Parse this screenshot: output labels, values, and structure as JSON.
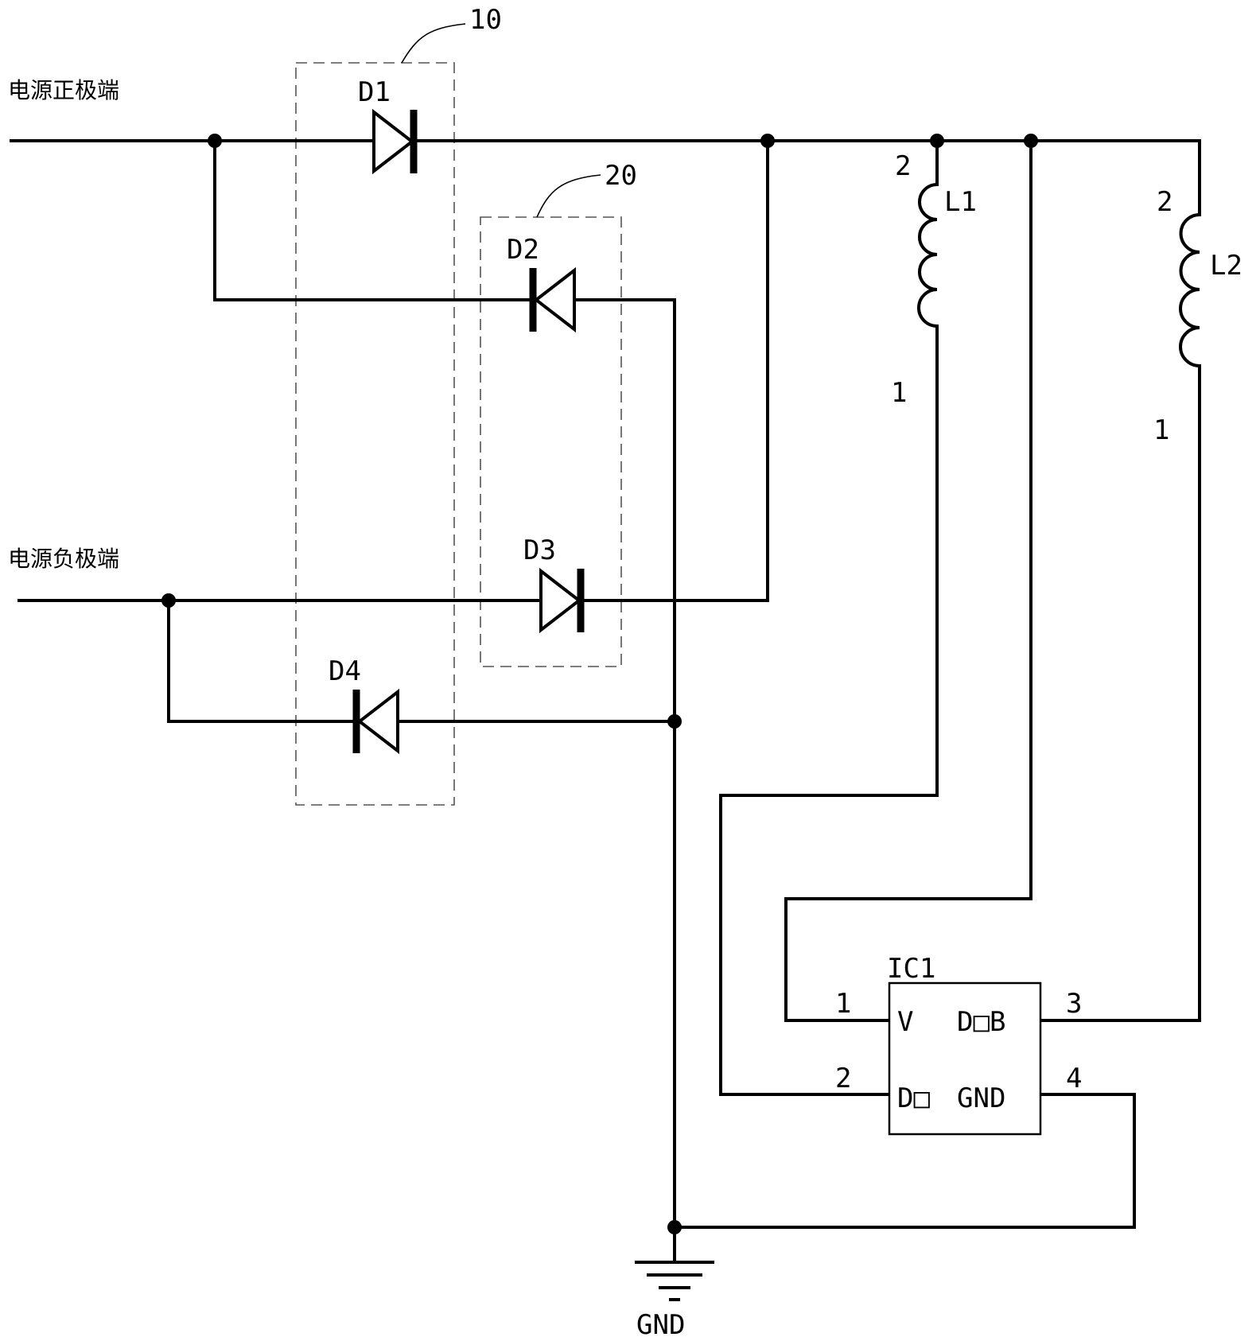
{
  "terminals": {
    "positive": "电源正极端",
    "negative": "电源负极端"
  },
  "groups": {
    "group_10": "10",
    "group_20": "20"
  },
  "diodes": {
    "d1": "D1",
    "d2": "D2",
    "d3": "D3",
    "d4": "D4"
  },
  "inductors": {
    "l1": {
      "name": "L1",
      "pin_top": "2",
      "pin_bottom": "1"
    },
    "l2": {
      "name": "L2",
      "pin_top": "2",
      "pin_bottom": "1"
    }
  },
  "ic": {
    "name": "IC1",
    "pin1": {
      "number": "1",
      "label": "V"
    },
    "pin2": {
      "number": "2",
      "label": "D□"
    },
    "pin3": {
      "number": "3",
      "label": "D□B"
    },
    "pin4": {
      "number": "4",
      "label": "GND"
    }
  },
  "ground": {
    "label": "GND"
  }
}
